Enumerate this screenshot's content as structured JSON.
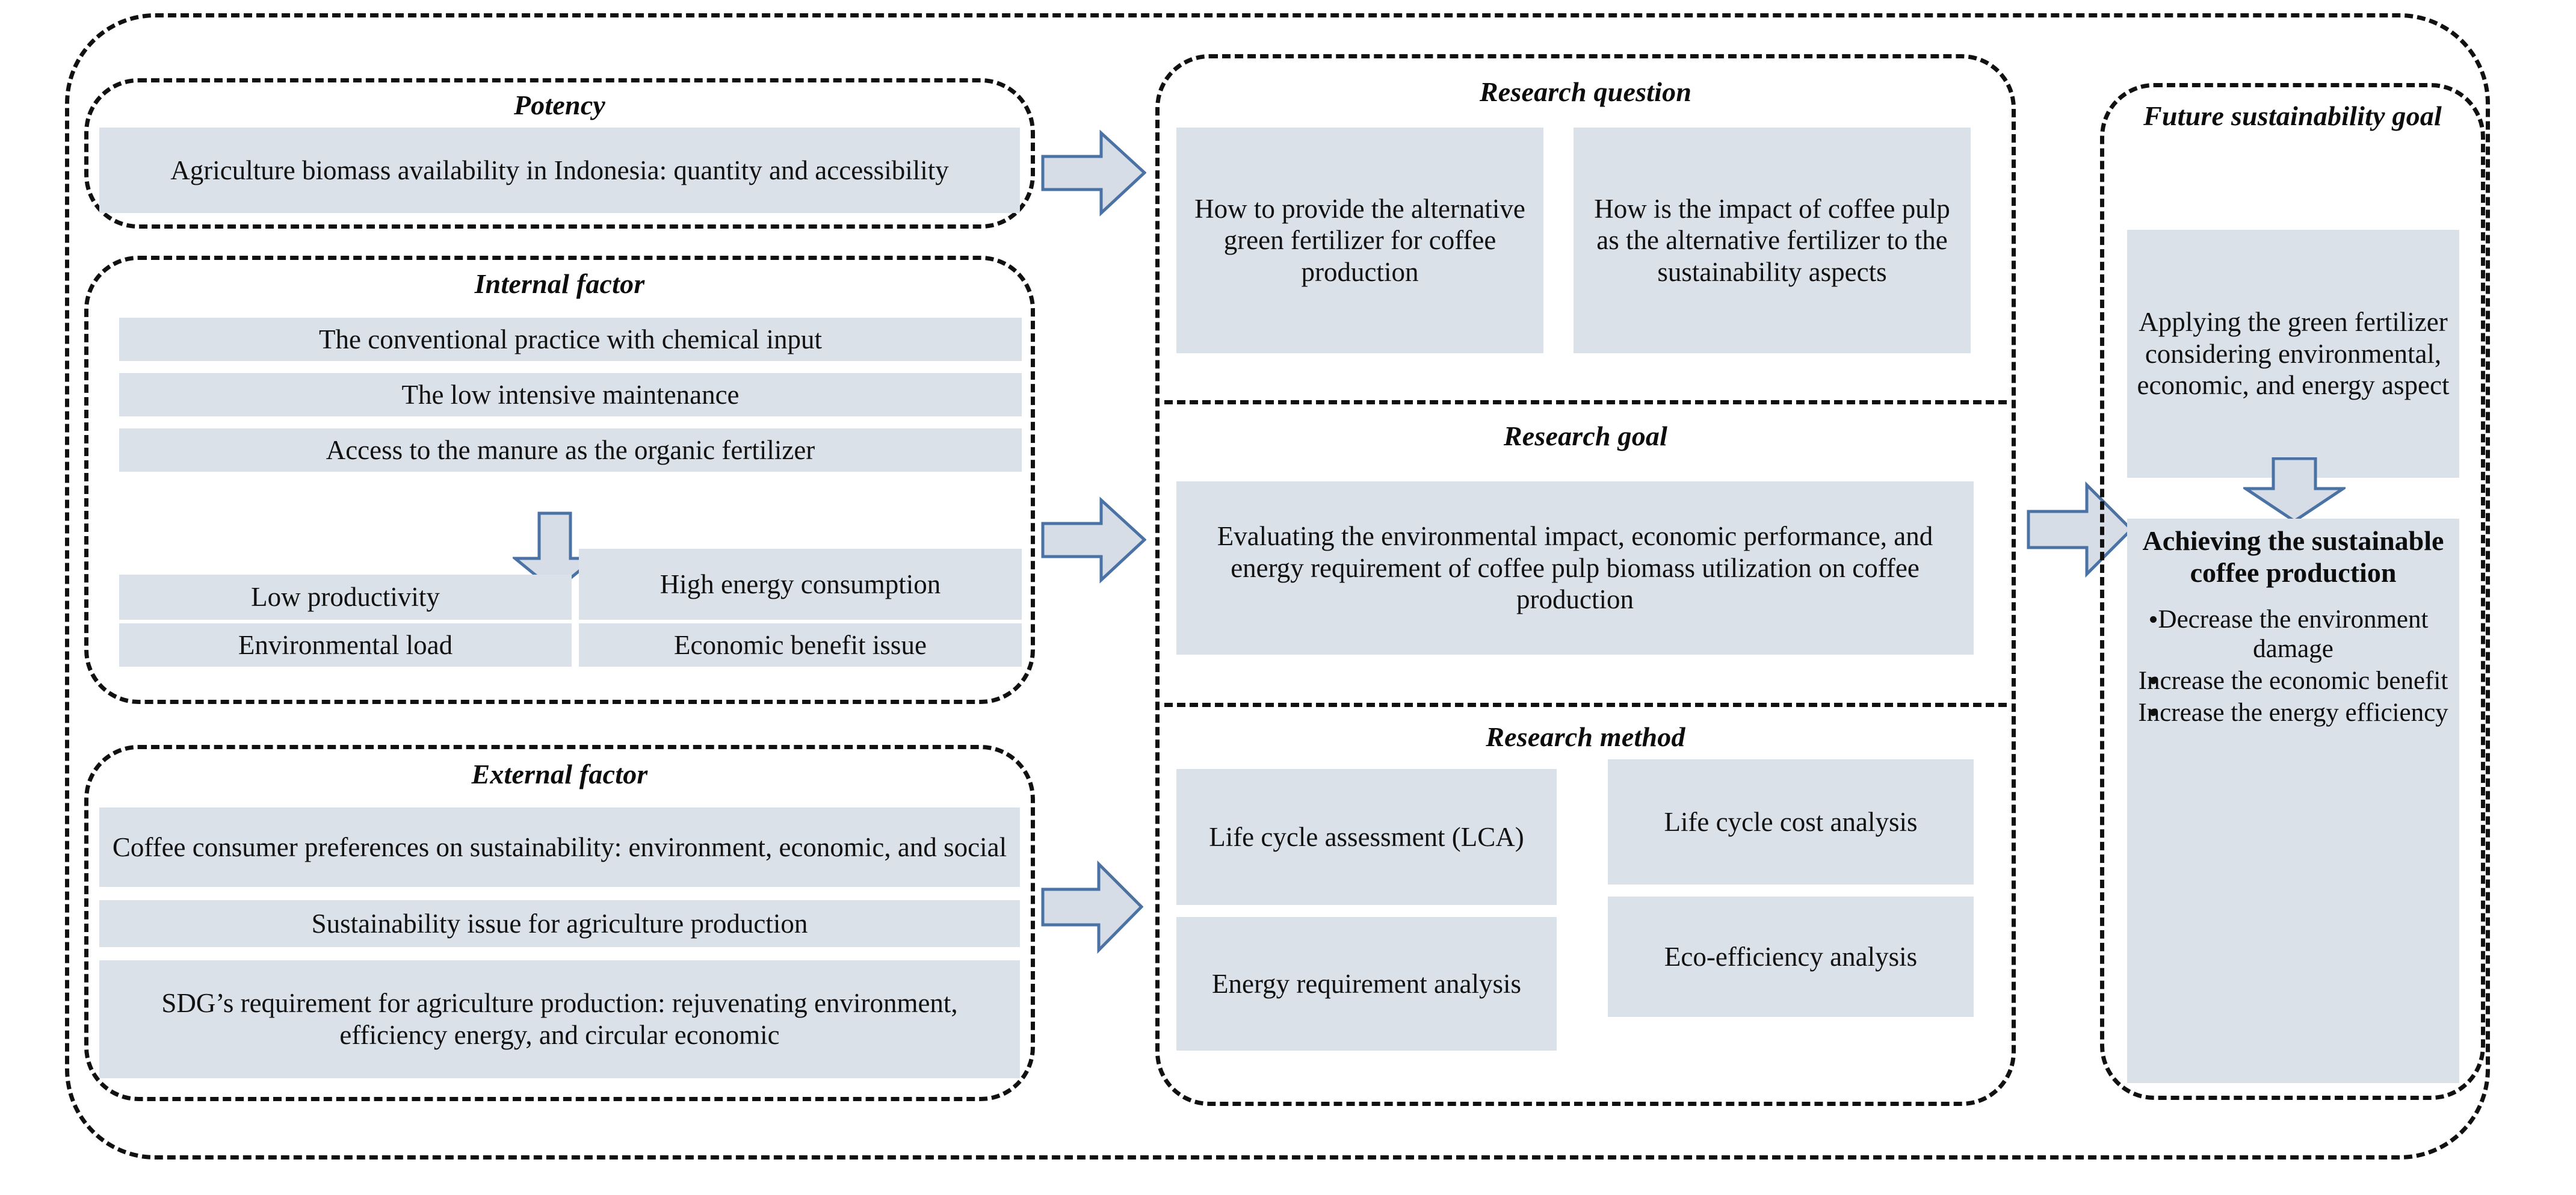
{
  "diagram": {
    "title": "Coffee pulp green fertilizer research framework",
    "colors": {
      "box_fill": "#dbe1e9",
      "arrow_fill": "#d6dde7",
      "arrow_stroke": "#4a72a4",
      "dash_stroke": "#111111",
      "text": "#111111"
    }
  },
  "left_column": {
    "potency": {
      "title": "Potency",
      "items": [
        "Agriculture biomass availability in Indonesia: quantity and accessibility"
      ]
    },
    "internal_factor": {
      "title": "Internal factor",
      "items": [
        "The conventional practice with chemical input",
        "The low intensive maintenance",
        "Access to the manure as the organic fertilizer"
      ],
      "outcomes_left": [
        "Low productivity",
        "Environmental load"
      ],
      "outcomes_right": [
        "High energy consumption",
        "Economic benefit issue"
      ]
    },
    "external_factor": {
      "title": "External factor",
      "items": [
        "Coffee consumer preferences on sustainability: environment, economic, and social",
        "Sustainability issue for agriculture production",
        "SDG’s requirement for agriculture production: rejuvenating environment, efficiency energy, and circular economic"
      ]
    }
  },
  "middle_column": {
    "research_question": {
      "title": "Research question",
      "items": [
        "How to provide the alternative green fertilizer for coffee production",
        "How is the impact of coffee pulp as the alternative fertilizer to the sustainability aspects"
      ]
    },
    "research_goal": {
      "title": "Research goal",
      "items": [
        "Evaluating the environmental impact, economic performance, and energy requirement of coffee pulp biomass utilization on coffee production"
      ]
    },
    "research_method": {
      "title": "Research method",
      "items_left": [
        "Life cycle assessment (LCA)",
        "Energy requirement analysis"
      ],
      "items_right": [
        "Life cycle cost analysis",
        "Eco-efficiency analysis"
      ]
    }
  },
  "right_column": {
    "future_goal": {
      "title": "Future sustainability goal",
      "applying_box": "Applying the green fertilizer considering environmental, economic, and energy aspect",
      "achieving_heading": "Achieving the sustainable coffee production",
      "bullets": [
        "Decrease the environment damage",
        "Increase the economic benefit",
        "Increase the energy efficiency"
      ]
    }
  },
  "icons": {
    "arrow_right": "arrow-right-icon",
    "arrow_down": "arrow-down-icon"
  }
}
